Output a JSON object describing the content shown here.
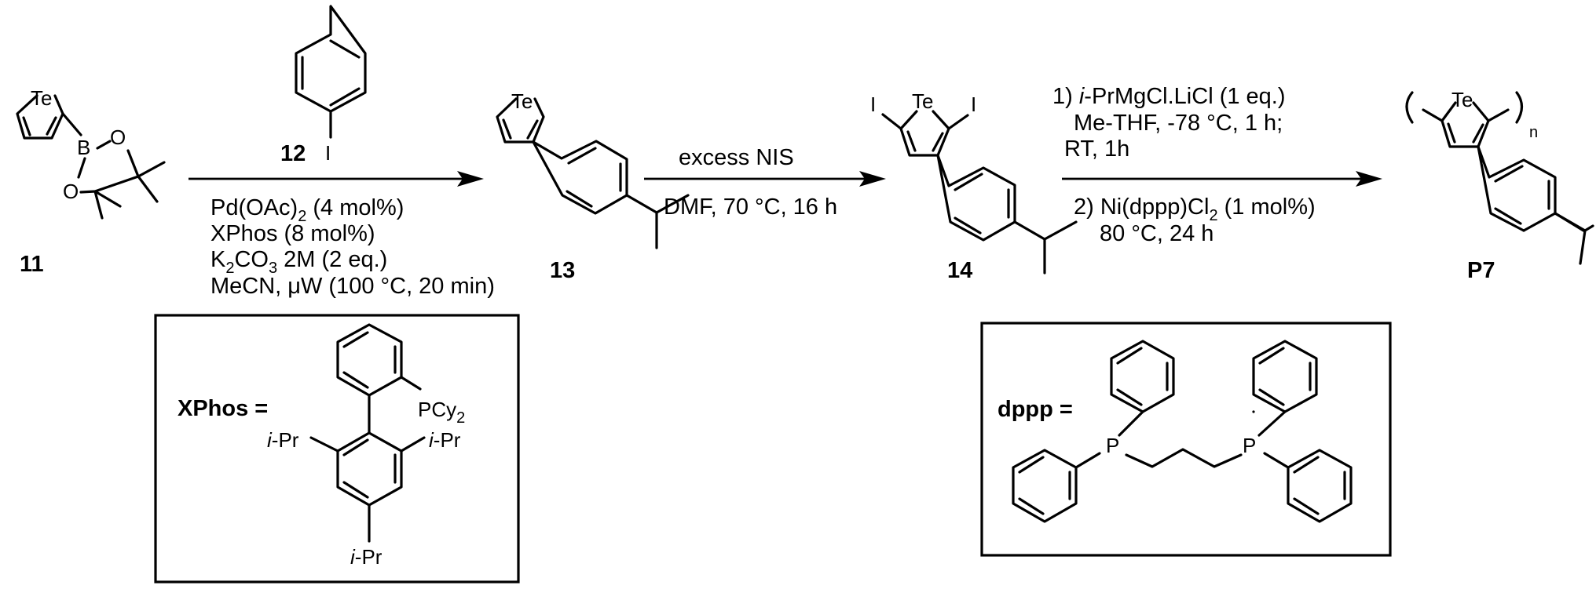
{
  "compounds": {
    "c11": {
      "label": "11",
      "atom_Te": "Te",
      "atom_B": "B",
      "atom_O1": "O",
      "atom_O2": "O"
    },
    "c12": {
      "label": "12",
      "atom_I": "I"
    },
    "c13": {
      "label": "13",
      "atom_Te": "Te"
    },
    "c14": {
      "label": "14",
      "atom_Te": "Te",
      "atom_I1": "I",
      "atom_I2": "I"
    },
    "p7": {
      "label": "P7",
      "atom_Te": "Te",
      "subscript_n": "n"
    }
  },
  "step1": {
    "cond_1a": "Pd(OAc)",
    "cond_1a_sub": "2",
    "cond_1a_rest": " (4 mol%)",
    "cond_2": "XPhos (8 mol%)",
    "cond_3a": "K",
    "cond_3a_sub": "2",
    "cond_3b": "CO",
    "cond_3b_sub": "3",
    "cond_3c": " 2M (2 eq.)",
    "cond_4": "MeCN, μW (100 °C, 20 min)"
  },
  "step2": {
    "above": "excess NIS",
    "below": "DMF, 70 °C, 16 h"
  },
  "step3": {
    "l1_num": "1) ",
    "l1_ital": "i",
    "l1_rest": "-PrMgCl.LiCl (1 eq.)",
    "l2": "Me-THF, -78 °C, 1 h;",
    "l3": "RT, 1h",
    "l4a": "2) Ni(dppp)Cl",
    "l4_sub": "2",
    "l4b": " (1 mol%)",
    "l5": "80 °C, 24 h"
  },
  "xphos_box": {
    "label": "XPhos =",
    "pcy": "PCy",
    "pcy_sub": "2",
    "ipr": "i",
    "ipr_rest": "-Pr"
  },
  "dppp_box": {
    "label": "dppp =",
    "atom_P": "P"
  }
}
